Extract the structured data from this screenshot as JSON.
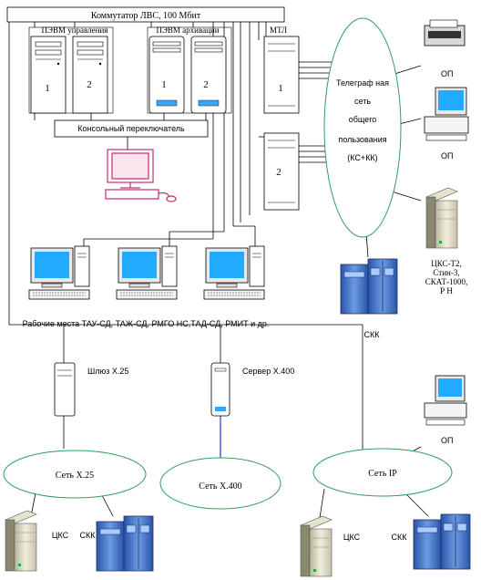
{
  "switch": {
    "label": "Коммутатор ЛВС, 100 Мбит"
  },
  "groups": {
    "control": {
      "label": "ПЭВМ управления",
      "pc1": "1",
      "pc2": "2"
    },
    "archive": {
      "label": "ПЭВМ архивации",
      "pc1": "1",
      "pc2": "2"
    },
    "mtl": {
      "label": "МТЛ",
      "pc1": "1",
      "pc2": "2"
    }
  },
  "console_switch": {
    "label": "Консольный переключатель"
  },
  "telegraph": {
    "line1": "Телеграф ная",
    "line2": "сеть",
    "line3": "общего",
    "line4": "пользования",
    "line5": "(КС+КК)"
  },
  "printer_label": "ОП",
  "op_label_right": "ОП",
  "cks_list": {
    "line1": "ЦКС-Т2,",
    "line2": "Стин-3,",
    "line3": "СКАТ-1000,",
    "line4": "Р Н"
  },
  "skk_center": "СКК",
  "workstations": {
    "caption": "Рабочие места ТАУ-СД, ТАЖ-СД, РМГО НС,ТАД-СД, РМИТ и др."
  },
  "gateway": {
    "label": "Шлюз Х.25"
  },
  "server": {
    "label": "Сервер Х.400"
  },
  "op_bottom": "ОП",
  "networks": {
    "x25": "Сеть Х.25",
    "x400": "Сеть Х.400",
    "ip": "Сеть IP"
  },
  "bottom_left": {
    "cks": "ЦКС",
    "skk": "СКК"
  },
  "bottom_right": {
    "cks": "ЦКС",
    "skk": "СКК"
  },
  "colors": {
    "accent_pink": "#c03070",
    "line_blue": "#0000cc",
    "screen": "#22aaff",
    "ellipse_green": "#2e9e5a"
  }
}
